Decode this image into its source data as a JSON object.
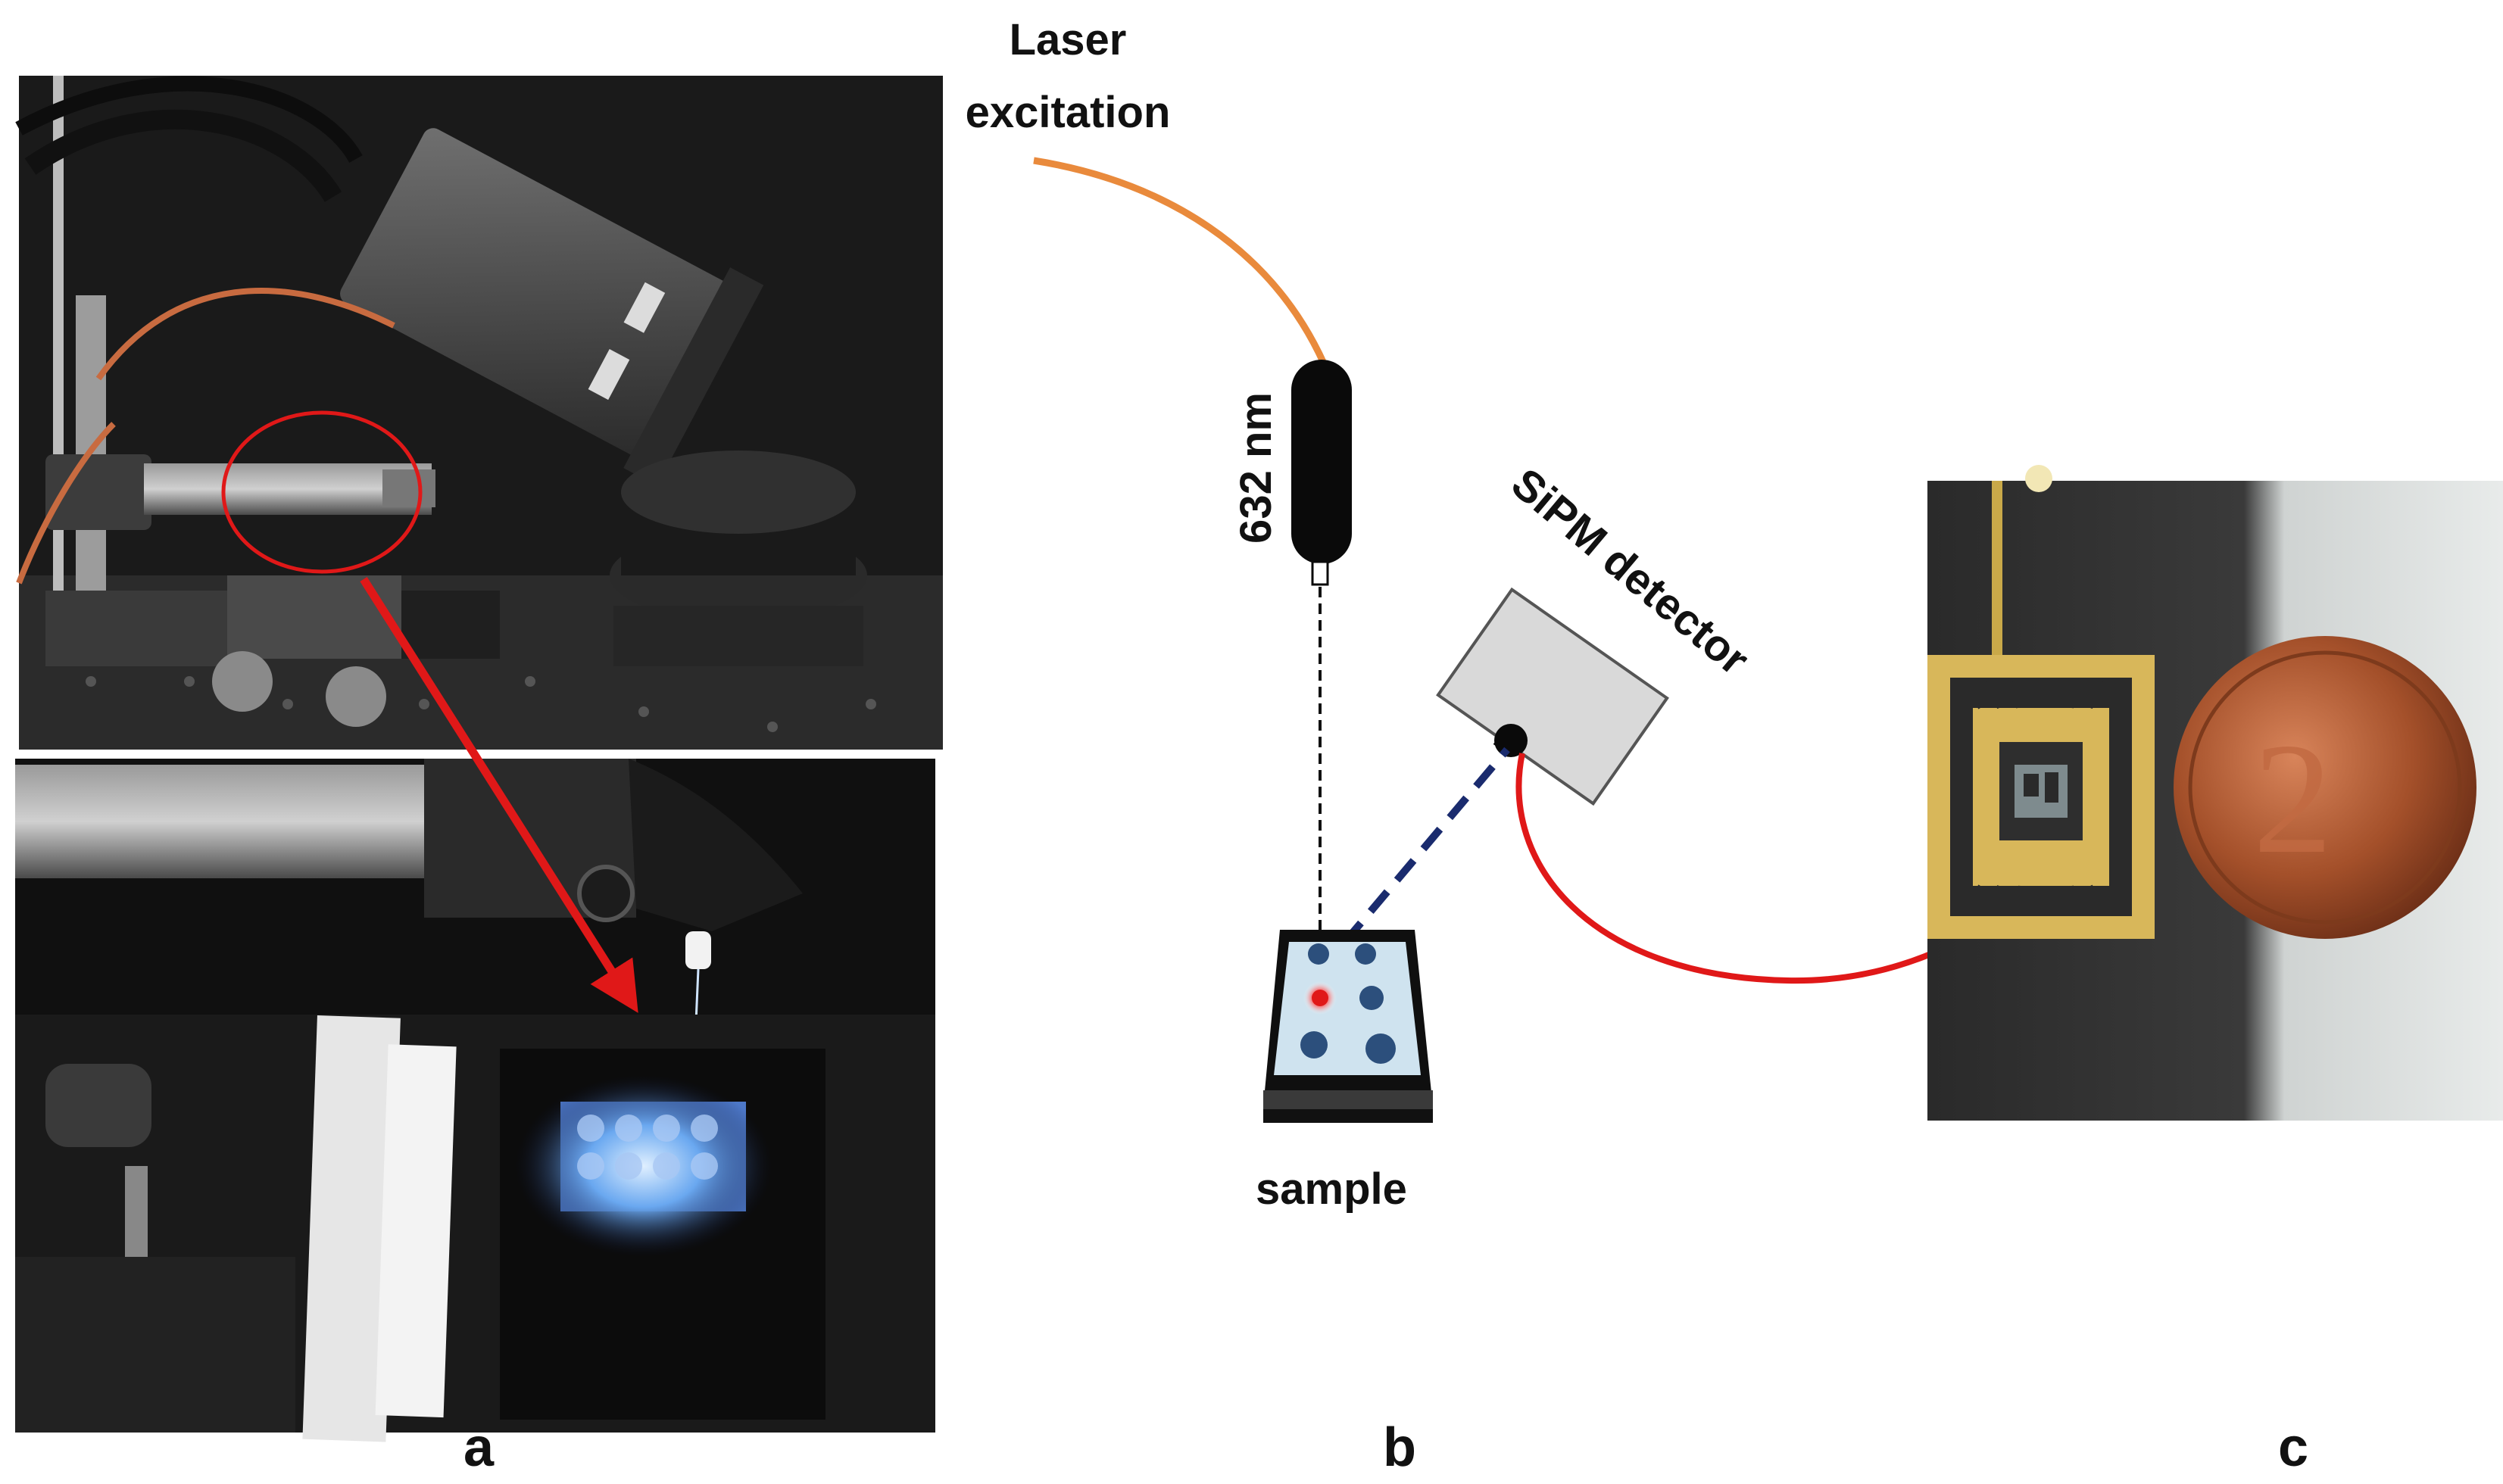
{
  "panels": {
    "a": {
      "label": "a"
    },
    "b": {
      "label": "b"
    },
    "c": {
      "label": "c"
    }
  },
  "diagram": {
    "laser_label_line1": "Laser",
    "laser_label_line2": "excitation",
    "wavelength_label": "632 nm",
    "detector_label": "SiPM detector",
    "sample_label": "sample"
  },
  "colors": {
    "fiber": "#e98a3c",
    "arrow": "#e01818",
    "emission_path": "#1a2b6e",
    "detector_body": "#d9d9d9",
    "well": "#2c4f7c",
    "sample_plate": "#cfe3ef"
  }
}
